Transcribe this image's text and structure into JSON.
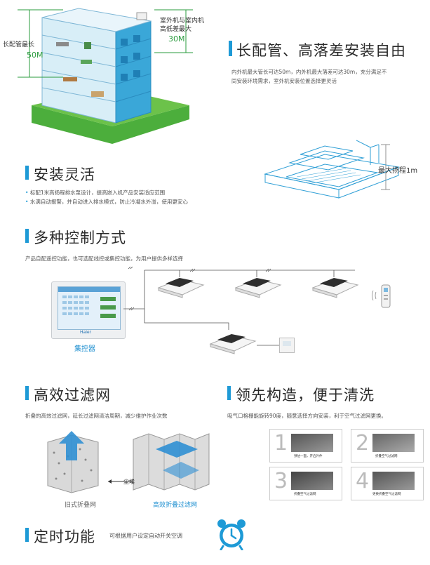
{
  "section1": {
    "title": "长配管、高落差安装自由",
    "desc_line1": "内外机最大管长可达50m，内外机最大落差可达30m，充分满足不",
    "desc_line2": "同安装环境需求，室外机安装位置选择更灵活",
    "label_pipe": "长配管最长",
    "label_pipe_value": "50M",
    "label_height_line1": "室外机与室内机",
    "label_height_line2": "高低差最大",
    "label_height_value": "30M"
  },
  "section2": {
    "title": "安装灵活",
    "bullet1": "标配1米高扬程排水泵设计，提高嵌入机产品安装适应范围",
    "bullet2": "水满自动报警，并自动进入排水模式，防止冷凝水外溢，使用更安心",
    "lift_label": "最大扬程1m"
  },
  "section3": {
    "title": "多种控制方式",
    "desc": "产品自配遥控功能，也可选配线控或集控功能，为用户提供多样选择",
    "controller_label": "集控器",
    "controller_brand": "Haier"
  },
  "section4": {
    "title": "高效过滤网",
    "desc": "折叠的高效过滤网，延长过滤网清洁周期，减少维护作业次数",
    "dust_label": "尘埃",
    "old_label": "旧式折叠网",
    "new_label": "高效折叠过滤网"
  },
  "section5": {
    "title": "领先构造，便于清洗",
    "desc": "吸气口格栅能旋转90度，随意选择方向安装，利于空气过滤网更换。",
    "steps": [
      {
        "num": "1",
        "caption": "预估一面，开启外件"
      },
      {
        "num": "2",
        "caption": "折叠空气过滤网"
      },
      {
        "num": "3",
        "caption": "折叠空气过滤网"
      },
      {
        "num": "4",
        "caption": "更换折叠空气过滤网"
      }
    ]
  },
  "section6": {
    "title": "定时功能",
    "desc": "可根据用户设定自动开关空调"
  },
  "colors": {
    "accent_blue": "#1e9ad6",
    "accent_green": "#2a9b3e"
  }
}
